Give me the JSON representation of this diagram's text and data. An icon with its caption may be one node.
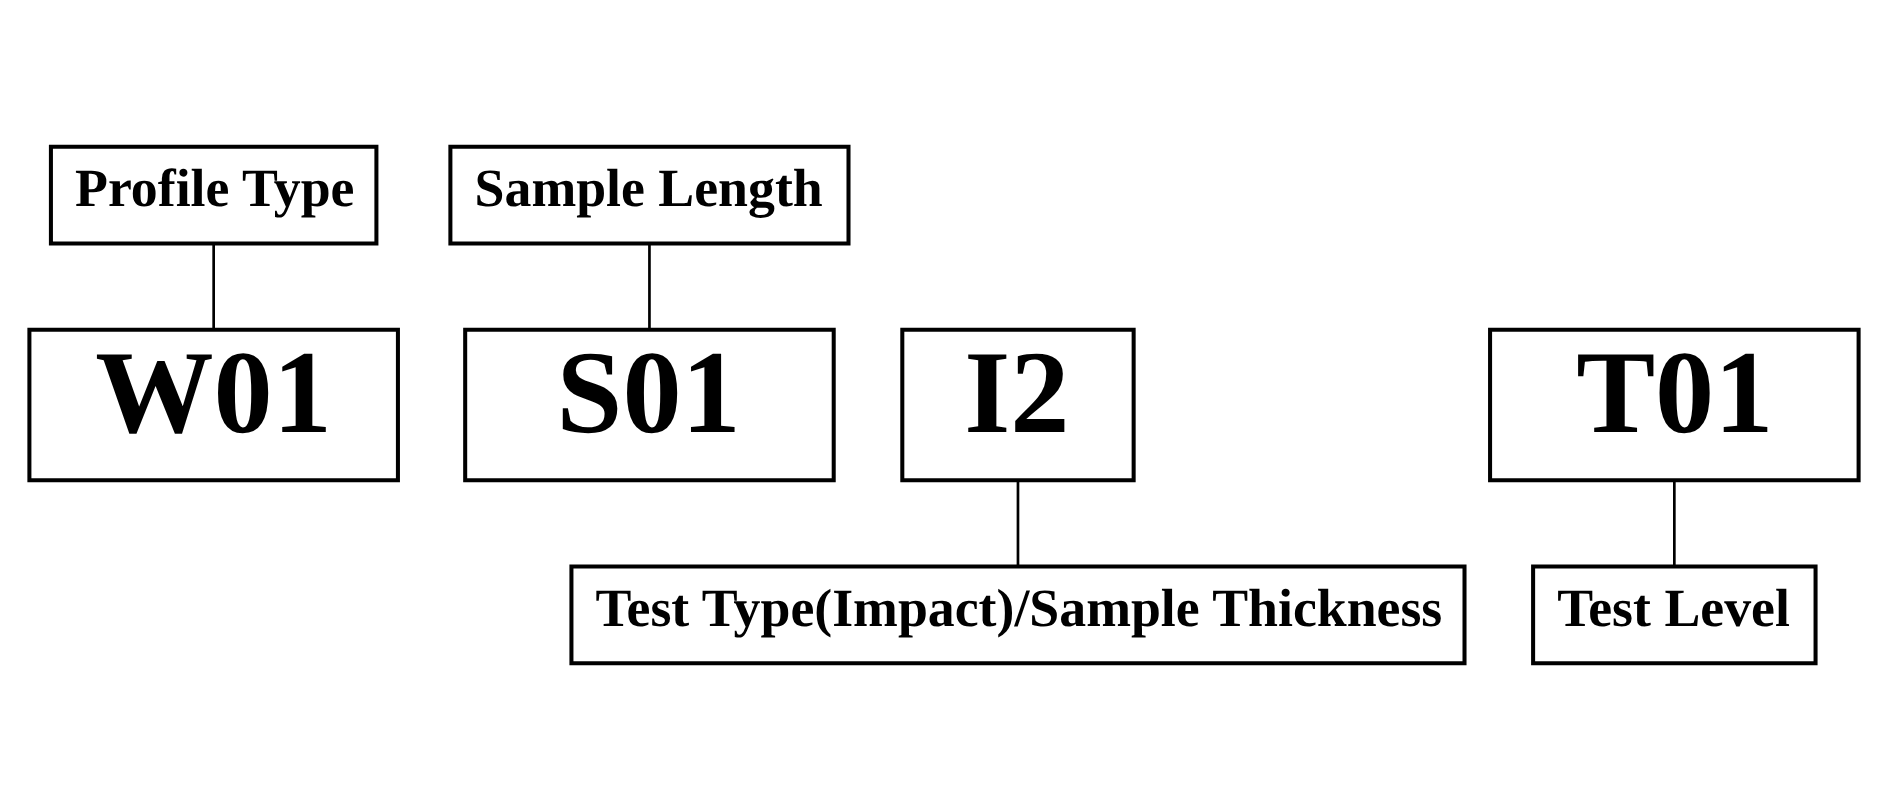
{
  "diagram": {
    "nodes": [
      {
        "text": [
          "Profile Type"
        ]
      },
      {
        "text": [
          "Sample Length"
        ]
      },
      {
        "text": [
          "W01"
        ]
      },
      {
        "text": [
          "I2"
        ]
      },
      {
        "text": [
          "S01"
        ]
      },
      {
        "text": [
          "T01"
        ]
      },
      {
        "text": [
          "Test Type(Impact)/Sample Thickness"
        ]
      },
      {
        "text": [
          "Test Level"
        ]
      }
    ],
    "edges": [
      {
        "from": 0,
        "to": 2,
        "arrow": "none"
      },
      {
        "from": 1,
        "to": 4,
        "arrow": "none"
      },
      {
        "from": 3,
        "to": 6,
        "arrow": "none"
      },
      {
        "from": 5,
        "to": 7,
        "arrow": "none"
      }
    ]
  }
}
